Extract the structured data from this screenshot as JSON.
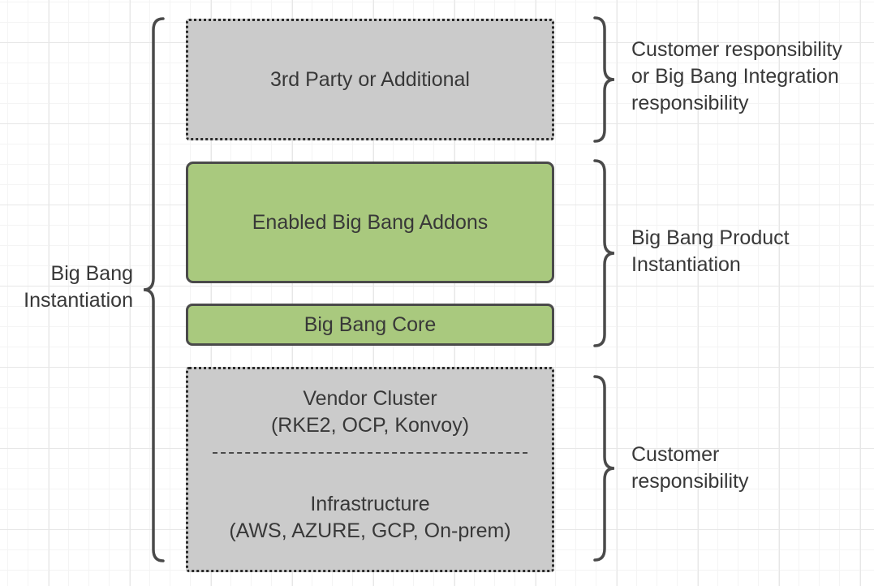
{
  "colors": {
    "canvas-bg": "#ffffff",
    "grid-minor": "#f4f4f4",
    "grid-major": "#e7e7e7",
    "green-fill": "#a9c97e",
    "green-border": "#4a4a4a",
    "gray-fill": "#cbcbcb",
    "gray-border": "#2a2a2a",
    "brace": "#4a4a4a",
    "text": "#383838"
  },
  "diagram": {
    "left_label": {
      "lines": [
        "Big Bang",
        "Instantiation"
      ]
    },
    "boxes": {
      "third_party": {
        "label": "3rd Party or Additional"
      },
      "addons": {
        "label": "Enabled Big Bang Addons"
      },
      "core": {
        "label": "Big Bang Core"
      },
      "platform": {
        "cluster_lines": [
          "Vendor Cluster",
          "(RKE2, OCP, Konvoy)"
        ],
        "infrastructure_lines": [
          "Infrastructure",
          "(AWS, AZURE, GCP, On-prem)"
        ]
      }
    },
    "annotations": {
      "top": {
        "lines": [
          "Customer responsibility",
          "or Big Bang Integration",
          "responsibility"
        ]
      },
      "middle": {
        "lines": [
          "Big Bang Product",
          "Instantiation"
        ]
      },
      "bottom": {
        "lines": [
          "Customer",
          "responsibility"
        ]
      }
    }
  }
}
